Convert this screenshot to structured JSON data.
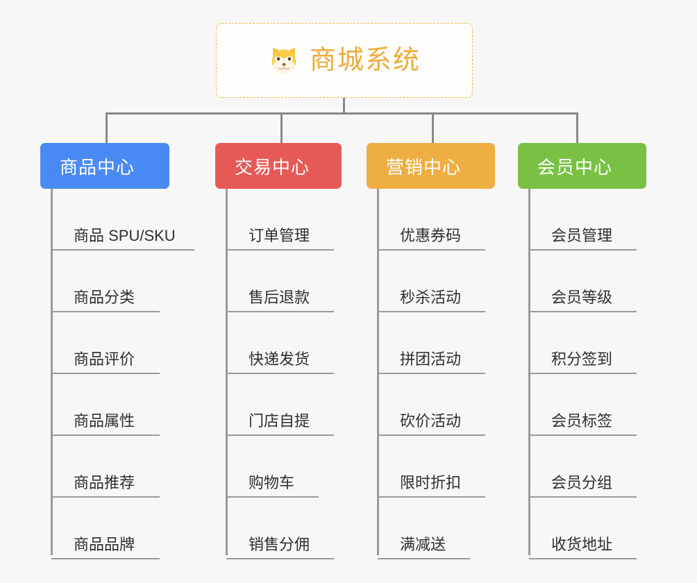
{
  "diagram": {
    "title": "商城系统",
    "title_icon": "shiba-dog-face-icon",
    "colors": {
      "background": "#f7f7f7",
      "title_border": "#f0b648",
      "title_text": "#eeab3a",
      "connector": "#888888",
      "rule": "#9a9a9a",
      "item_text": "#2e2e33",
      "category_1": "#4a8af4",
      "category_2": "#e55a57",
      "category_3": "#eeae41",
      "category_4": "#7ac143"
    },
    "categories": [
      {
        "label": "商品中心",
        "color": "#4a8af4",
        "items": [
          "商品 SPU/SKU",
          "商品分类",
          "商品评价",
          "商品属性",
          "商品推荐",
          "商品品牌"
        ],
        "trunk_height": 528,
        "rule_widths": [
          206,
          156,
          156,
          156,
          156,
          156
        ]
      },
      {
        "label": "交易中心",
        "color": "#e55a57",
        "items": [
          "订单管理",
          "售后退款",
          "快递发货",
          "门店自提",
          "购物车",
          "销售分佣"
        ],
        "trunk_height": 528,
        "rule_widths": [
          155,
          155,
          155,
          155,
          133,
          155
        ]
      },
      {
        "label": "营销中心",
        "color": "#eeae41",
        "items": [
          "优惠券码",
          "秒杀活动",
          "拼团活动",
          "砍价活动",
          "限时折扣",
          "满减送"
        ],
        "trunk_height": 528,
        "rule_widths": [
          155,
          155,
          155,
          155,
          155,
          133
        ]
      },
      {
        "label": "会员中心",
        "color": "#7ac143",
        "items": [
          "会员管理",
          "会员等级",
          "积分签到",
          "会员标签",
          "会员分组",
          "收货地址"
        ],
        "trunk_height": 528,
        "rule_widths": [
          155,
          155,
          155,
          155,
          155,
          155
        ]
      }
    ]
  }
}
